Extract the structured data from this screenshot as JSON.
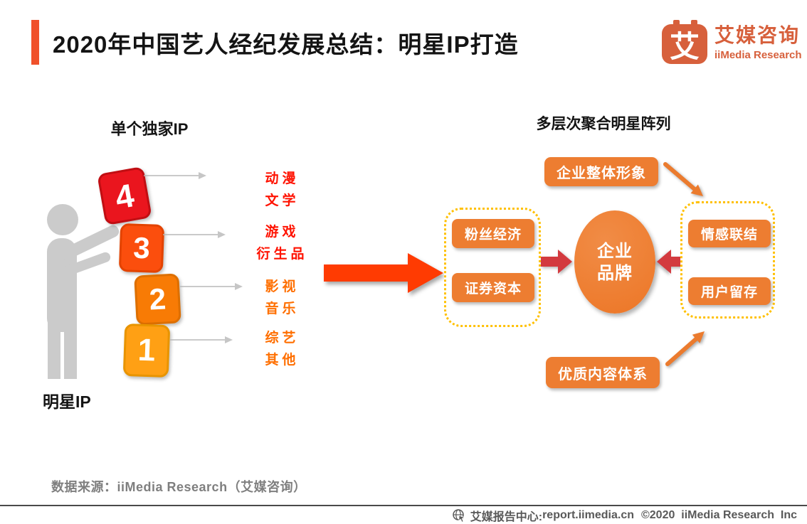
{
  "header": {
    "title": "2020年中国艺人经纪发展总结：明星IP打造",
    "accent_color": "#F0512B",
    "logo": {
      "icon": "iimedia-logo-icon",
      "glyph": "艾",
      "name_cn": "艾媒咨询",
      "name_en": "iiMedia Research",
      "color": "#D7603C"
    }
  },
  "left_panel": {
    "title": "单个独家IP",
    "caption": "明星IP",
    "figure": "person-silhouette-stacking-blocks",
    "blocks": [
      {
        "label": "4",
        "color": "#EA151E"
      },
      {
        "label": "3",
        "color": "#FB4E0D"
      },
      {
        "label": "2",
        "color": "#F87B05"
      },
      {
        "label": "1",
        "color": "#FFA014"
      }
    ],
    "categories": [
      {
        "lines": [
          "动漫",
          "文学"
        ],
        "color": "#FF1200"
      },
      {
        "lines": [
          "游戏",
          "衍生品"
        ],
        "color": "#FF1200"
      },
      {
        "lines": [
          "影视",
          "音乐"
        ],
        "color": "#FF6F00"
      },
      {
        "lines": [
          "综艺",
          "其他"
        ],
        "color": "#FF6F00"
      }
    ]
  },
  "center": {
    "big_arrow_color": "#FF3B02"
  },
  "right_panel": {
    "title": "多层次聚合明星阵列",
    "top_box": "企业整体形象",
    "bottom_box": "优质内容体系",
    "left_group": [
      "粉丝经济",
      "证券资本"
    ],
    "right_group": [
      "情感联结",
      "用户留存"
    ],
    "center_ellipse": {
      "lines": [
        "企业",
        "品牌"
      ]
    },
    "accent_color": "#ED7D31",
    "dash_border_color": "#FFC000",
    "red_arrow_color": "#D33A3F"
  },
  "footer": {
    "source": "数据来源：iiMedia Research（艾媒咨询）",
    "bar": {
      "icon": "globe-cursor-icon",
      "site_label": "艾媒报告中心:",
      "site_url": "report.iimedia.cn",
      "copyright": "©2020  iiMedia Research  Inc"
    }
  }
}
